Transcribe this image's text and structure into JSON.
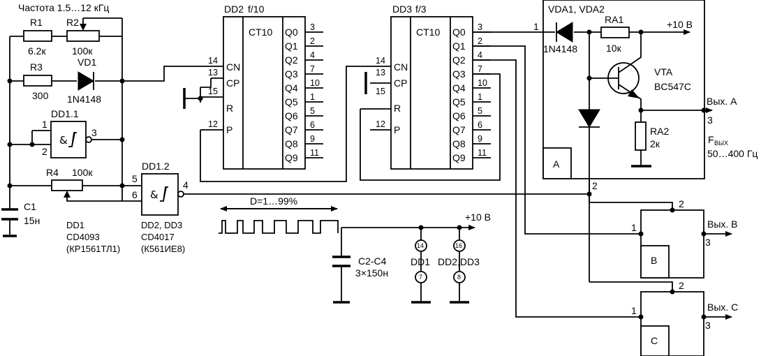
{
  "labels": {
    "freq_title": "Частота 1.5…12 кГц",
    "r1": "R1",
    "r1_val": "6.2к",
    "r2": "R2",
    "r2_val": "100к",
    "r3": "R3",
    "r3_val": "300",
    "vd1": "VD1",
    "vd1_type": "1N4148",
    "dd1_1": "DD1.1",
    "dd1_2": "DD1.2",
    "r4": "R4",
    "r4_val": "100к",
    "c1": "C1",
    "c1_val": "15н",
    "dd1_note": [
      "DD1",
      "CD4093",
      "(КР1561ТЛ1)"
    ],
    "dd23_note": [
      "DD2, DD3",
      "CD4017",
      "(К561ИЕ8)"
    ],
    "duty": "D=1…99%",
    "power": "+10 В",
    "c2c4": "C2-C4",
    "c2c4_val": "3×150н",
    "dd1_pwr": "DD1",
    "dd23_pwr": "DD2,DD3",
    "dd2_title": "DD2",
    "dd2_div": "f/10",
    "dd3_title": "DD3",
    "dd3_div": "f/3",
    "ct10": "CT10",
    "vda": "VDA1, VDA2",
    "vda_type": "1N4148",
    "ra1": "RA1",
    "ra1_val": "10к",
    "vta": "VTA",
    "vta_type": "BC547C",
    "ra2": "RA2",
    "ra2_val": "2к",
    "out_a": "Вых. A",
    "out_b": "Вых. B",
    "out_c": "Вых. C",
    "f_out_main": "F",
    "f_out_sub": "ВЫХ",
    "f_out_range": "50…400 Гц",
    "block_a": "A",
    "block_b": "B",
    "block_c": "C"
  },
  "counter_pins": {
    "inputs": [
      "CN",
      "CP",
      "R",
      "P"
    ],
    "outputs": [
      "Q0",
      "Q1",
      "Q2",
      "Q3",
      "Q4",
      "Q5",
      "Q6",
      "Q7",
      "Q8",
      "Q9"
    ],
    "input_nums": [
      "14",
      "13",
      "15",
      "12"
    ],
    "output_nums": [
      "3",
      "2",
      "4",
      "7",
      "10",
      "1",
      "5",
      "6",
      "9",
      "11"
    ]
  },
  "pin_numbers": {
    "gate_in_a": "1",
    "gate_in_b": "2",
    "gate_out": "3",
    "gate2_in_a": "5",
    "gate2_in_b": "6",
    "gate2_out": "4",
    "vda_node": "1",
    "out_pin": "3",
    "gnd_node": "2",
    "dd1_vdd": "14",
    "dd1_gnd": "7",
    "dd23_vdd": "16",
    "dd23_gnd": "8",
    "b_in": "1",
    "b_top": "2",
    "b_out": "3",
    "c_in": "1",
    "c_top": "2",
    "c_out": "3"
  }
}
